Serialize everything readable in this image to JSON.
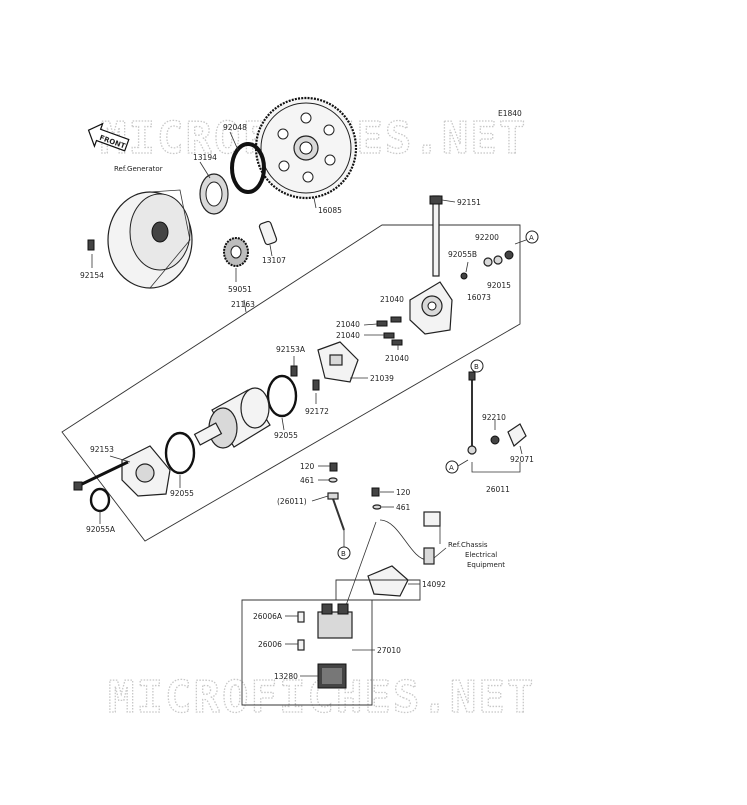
{
  "diagram_code": "E1840",
  "watermark_text": "MICROFICHES.NET",
  "front_label": "FRONT",
  "ref_generator": "Ref.Generator",
  "ref_chassis": [
    "Ref.Chassis",
    "Electrical",
    "Equipment"
  ],
  "callout_a": "A",
  "callout_b": "B",
  "parts": {
    "p92048": "92048",
    "p13194": "13194",
    "p16085": "16085",
    "p92154": "92154",
    "p13107": "13107",
    "p59051": "59051",
    "p21163": "21163",
    "p92151": "92151",
    "p92055B": "92055B",
    "p92200": "92200",
    "p16073": "16073",
    "p92015": "92015",
    "p21040a": "21040",
    "p21040b": "21040",
    "p21040c": "21040",
    "p21040d": "21040",
    "p92153A": "92153A",
    "p21039": "21039",
    "p92172": "92172",
    "p92055": "92055",
    "p92153": "92153",
    "p92055b2": "92055",
    "p92055A": "92055A",
    "p92210": "92210",
    "p92071": "92071",
    "p26011": "26011",
    "p120a": "120",
    "p461a": "461",
    "p120b": "120",
    "p461b": "461",
    "p26011ref": "(26011)",
    "p14092": "14092",
    "p26006A": "26006A",
    "p26006": "26006",
    "p27010": "27010",
    "p13280": "13280"
  }
}
